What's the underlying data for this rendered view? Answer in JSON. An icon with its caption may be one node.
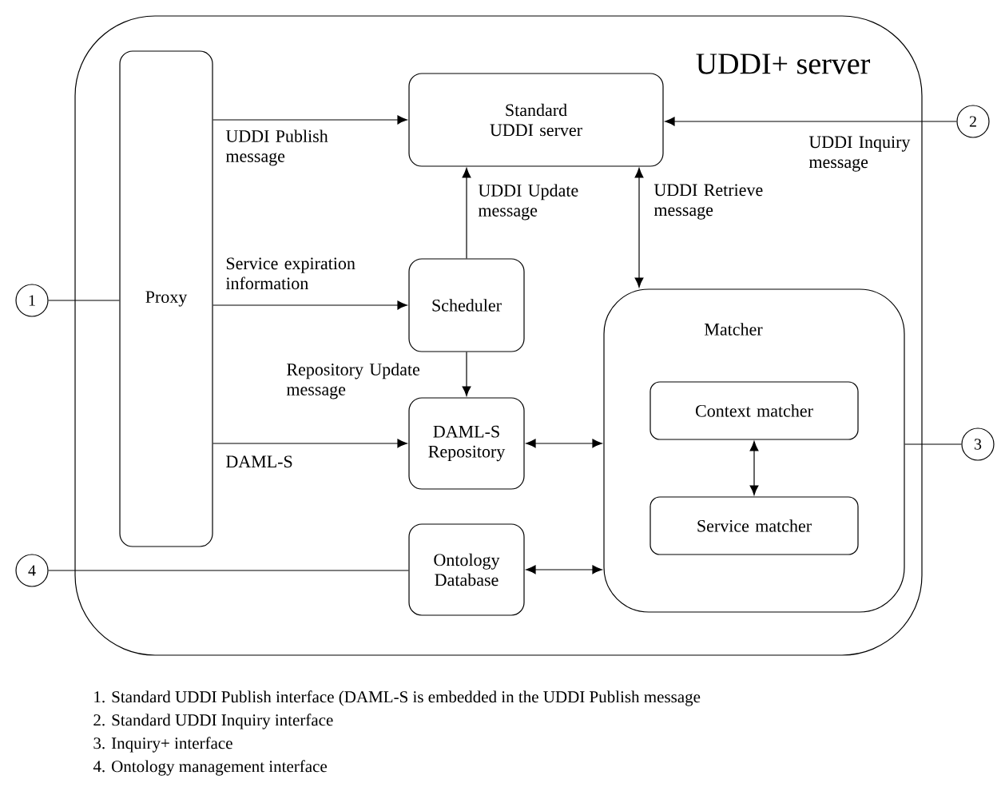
{
  "diagram": {
    "nodes": [
      {
        "text": [
          "UDDI+ server"
        ]
      },
      {
        "text": [
          "Proxy"
        ],
        "in": 0
      },
      {
        "text": [
          "Standard UDDI server"
        ],
        "in": 0
      },
      {
        "text": [
          "Scheduler"
        ],
        "in": 0
      },
      {
        "text": [
          "DAML-S Repository"
        ],
        "in": 0
      },
      {
        "text": [
          "Ontology Database"
        ],
        "in": 0
      },
      {
        "text": [
          "Matcher"
        ],
        "in": 0
      },
      {
        "text": [
          "Context matcher"
        ],
        "in": 6
      },
      {
        "text": [
          "Service matcher"
        ],
        "in": 6
      },
      {
        "text": [
          "1"
        ]
      },
      {
        "text": [
          "2"
        ]
      },
      {
        "text": [
          "3"
        ]
      },
      {
        "text": [
          "4"
        ]
      }
    ],
    "edges": [
      {
        "from": 9,
        "to": 1,
        "arrow": "none"
      },
      {
        "from": 1,
        "to": 2,
        "arrow": "to",
        "label": "UDDI Publish message"
      },
      {
        "from": 1,
        "to": 3,
        "arrow": "to",
        "label": "Service expiration information"
      },
      {
        "from": 1,
        "to": 4,
        "arrow": "to",
        "label": "DAML-S"
      },
      {
        "from": 10,
        "to": 2,
        "arrow": "to",
        "label": "UDDI Inquiry message"
      },
      {
        "from": 3,
        "to": 2,
        "arrow": "to",
        "label": "UDDI Update message"
      },
      {
        "from": 3,
        "to": 4,
        "arrow": "to",
        "label": "Repository Update message"
      },
      {
        "from": 2,
        "to": 6,
        "arrow": "both",
        "label": "UDDI Retrieve message"
      },
      {
        "from": 4,
        "to": 6,
        "arrow": "both"
      },
      {
        "from": 5,
        "to": 6,
        "arrow": "both"
      },
      {
        "from": 7,
        "to": 8,
        "arrow": "both"
      },
      {
        "from": 6,
        "to": 11,
        "arrow": "none"
      },
      {
        "from": 12,
        "to": 5,
        "arrow": "none"
      }
    ],
    "labels": [
      "1. Standard UDDI Publish interface (DAML-S is embedded in the UDDI Publish message",
      "2. Standard UDDI Inquiry interface",
      "3. Inquiry+ interface",
      "4. Ontology management interface"
    ]
  }
}
